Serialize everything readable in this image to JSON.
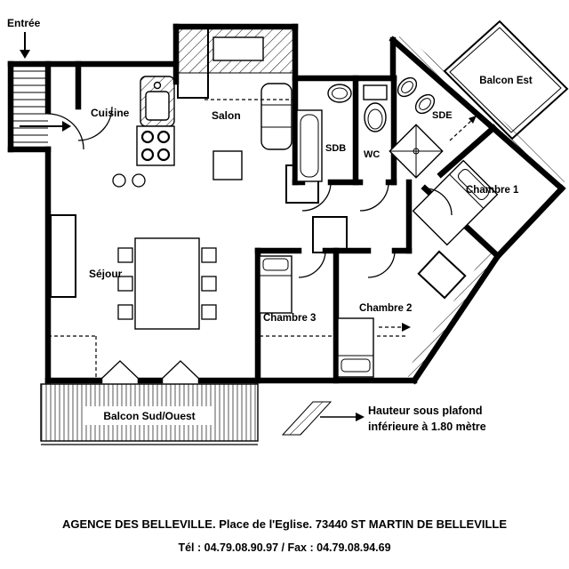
{
  "entrance": {
    "label": "Entrée"
  },
  "rooms": {
    "cuisine": "Cuisine",
    "salon": "Salon",
    "sejour": "Séjour",
    "sdb": "SDB",
    "wc": "WC",
    "sde": "SDE",
    "chambre1": "Chambre 1",
    "chambre2": "Chambre 2",
    "chambre3": "Chambre 3",
    "balcon_est": "Balcon Est",
    "balcon_sud_ouest": "Balcon Sud/Ouest"
  },
  "legend": {
    "line1": "Hauteur sous plafond",
    "line2": "inférieure à 1.80 mètre"
  },
  "footer": {
    "line1": "AGENCE DES BELLEVILLE. Place de l'Eglise. 73440 ST MARTIN DE BELLEVILLE",
    "line2": "Tél : 04.79.08.90.97 / Fax : 04.79.08.94.69"
  },
  "colors": {
    "wall": "#000000",
    "paper": "#ffffff"
  }
}
